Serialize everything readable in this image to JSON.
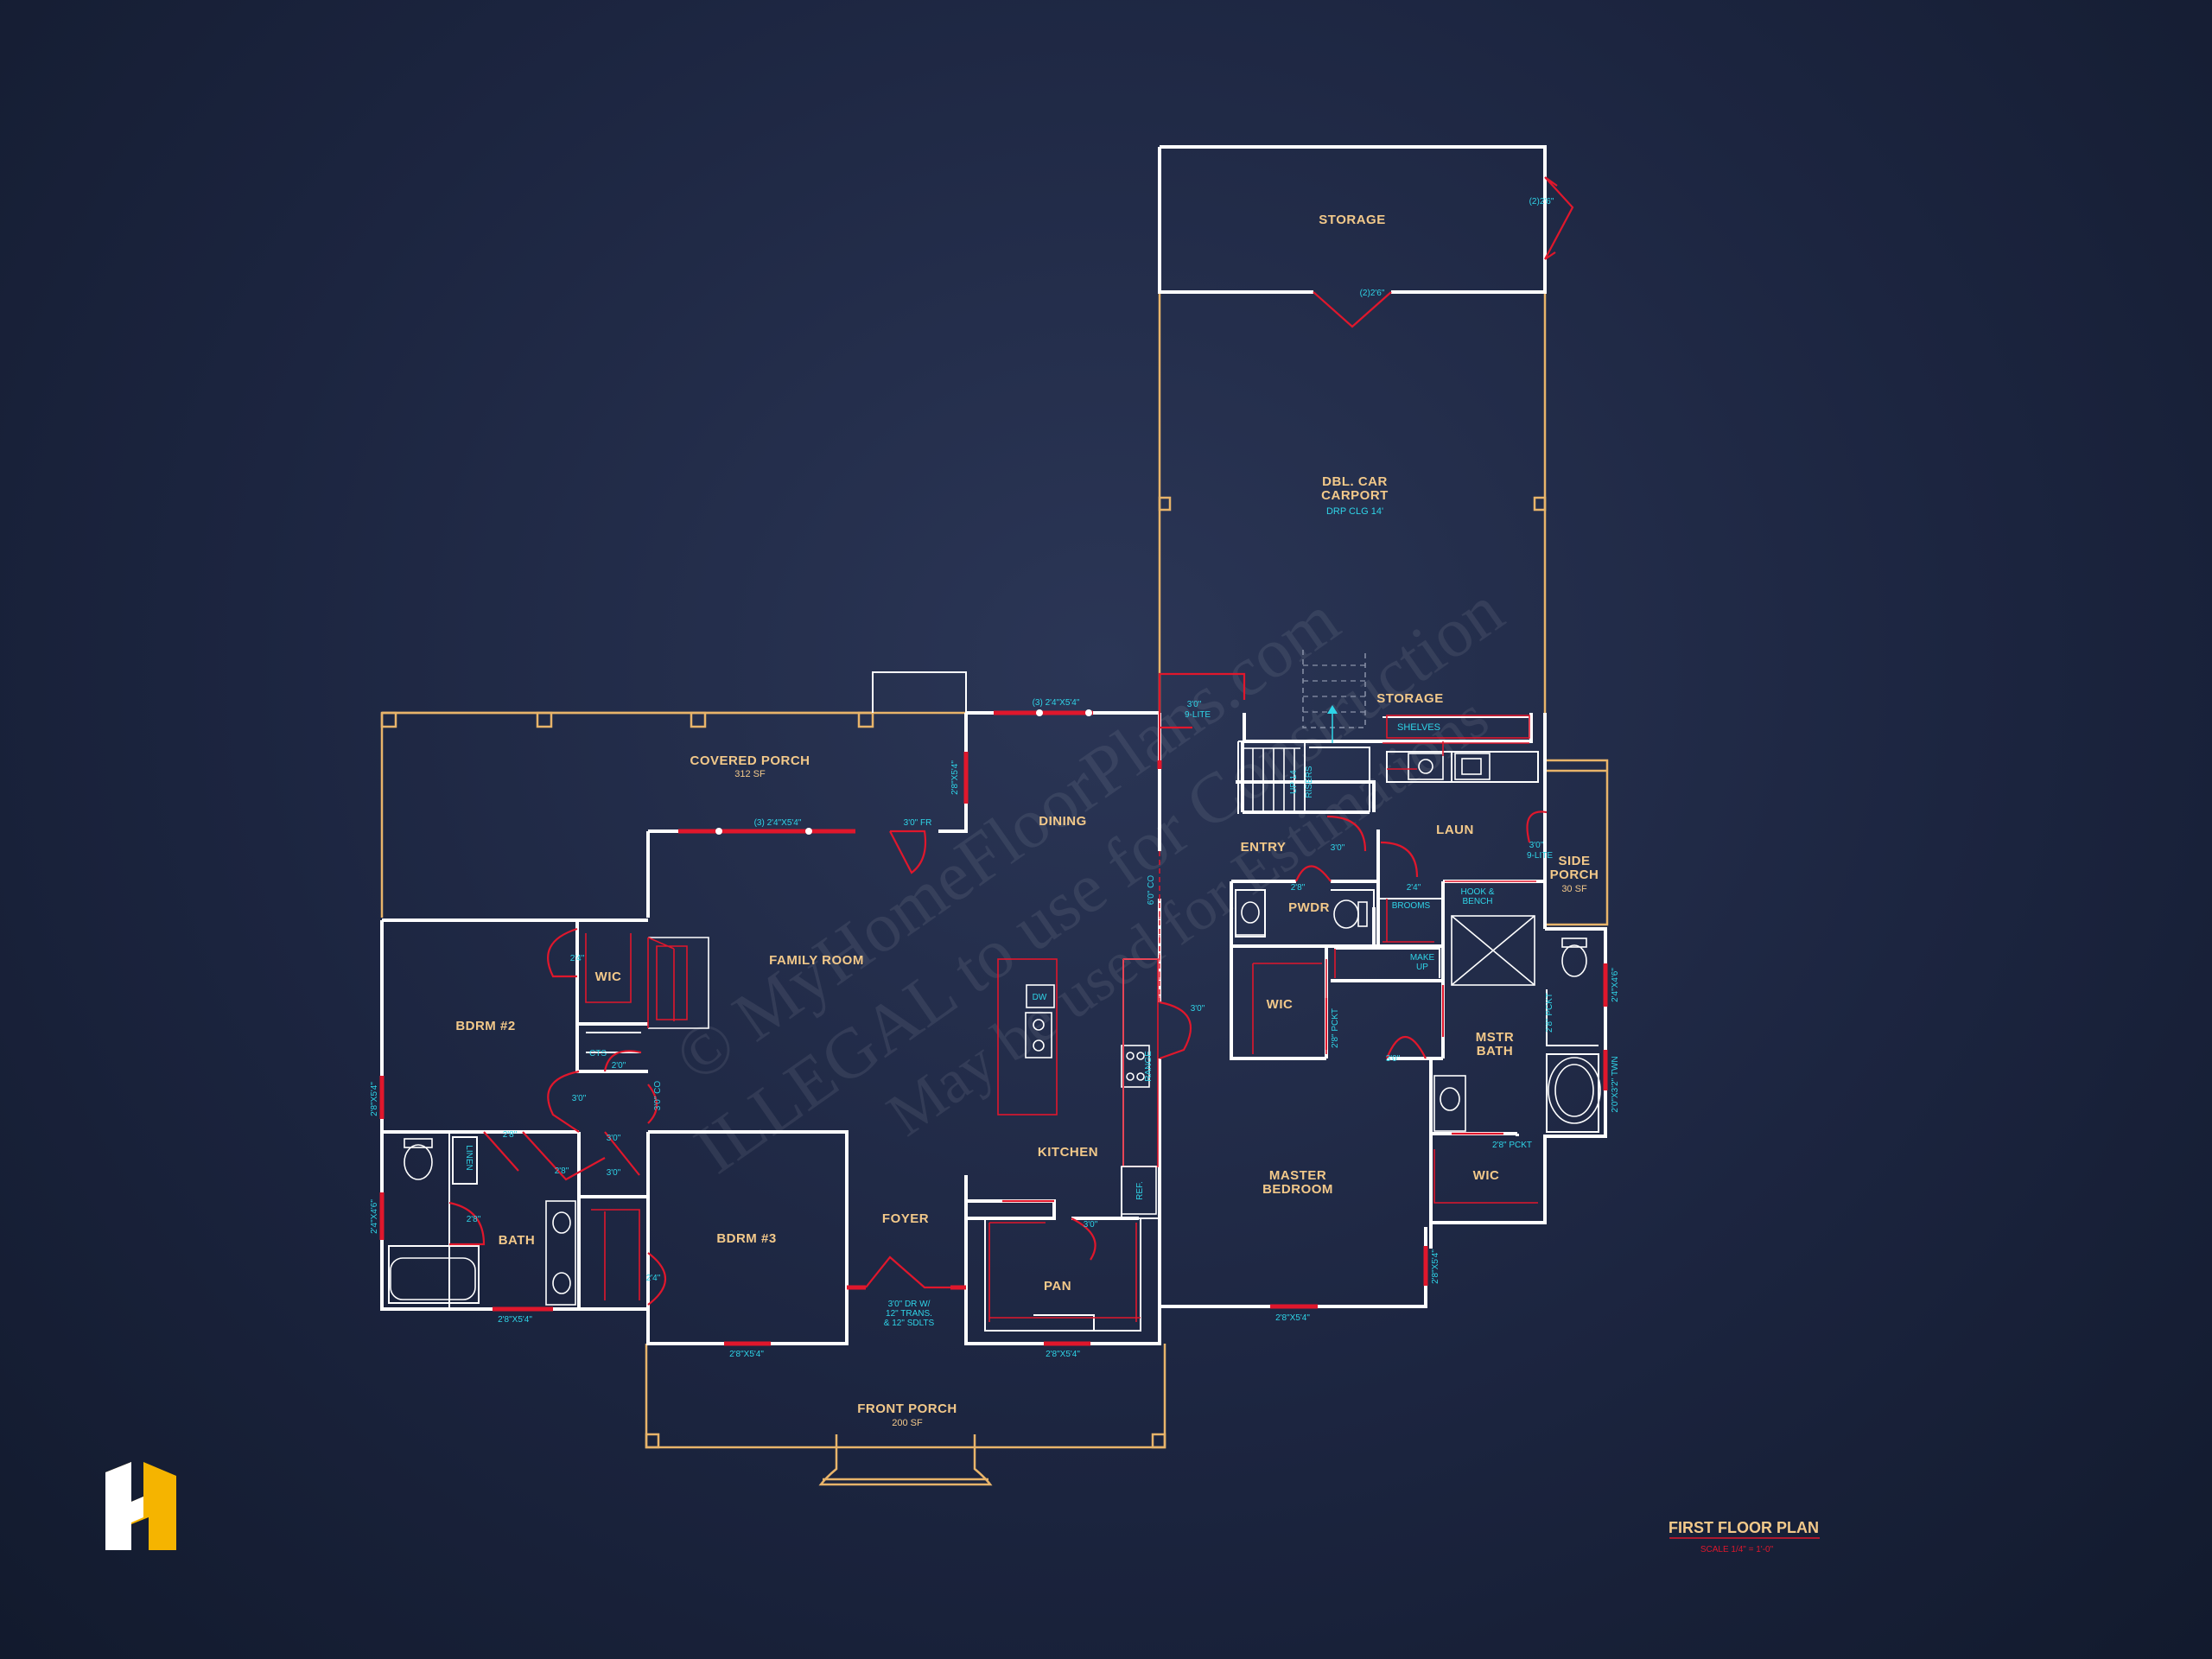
{
  "watermark": {
    "line1": "© MyHomeFloorPlans.com",
    "line2": "ILLEGAL to use for Construction",
    "line3": "May be used for Estimations"
  },
  "title": "FIRST FLOOR PLAN",
  "scale": "SCALE 1/4\" = 1'-0\"",
  "rooms": {
    "storage_top": "STORAGE",
    "carport_l1": "DBL. CAR",
    "carport_l2": "CARPORT",
    "carport_note": "DRP CLG 14'",
    "storage_small": "STORAGE",
    "shelves": "SHELVES",
    "covered_porch": "COVERED PORCH",
    "covered_porch_sf": "312 SF",
    "dining": "DINING",
    "family_room": "FAMILY ROOM",
    "entry": "ENTRY",
    "laun": "LAUN",
    "side_porch_l1": "SIDE",
    "side_porch_l2": "PORCH",
    "side_porch_sf": "30 SF",
    "pwdr": "PWDR",
    "brooms": "BROOMS",
    "hook_bench_l1": "HOOK &",
    "hook_bench_l2": "BENCH",
    "make_up_l1": "MAKE",
    "make_up_l2": "UP",
    "bdrm2": "BDRM #2",
    "wic_left": "WIC",
    "cts": "CTS",
    "linen": "LINEN",
    "bath": "BATH",
    "bdrm3": "BDRM #3",
    "foyer": "FOYER",
    "kitchen": "KITCHEN",
    "dw": "DW",
    "range": "RANGE",
    "ref": "REF.",
    "pan": "PAN",
    "wic_master": "WIC",
    "mstr_bath_l1": "MSTR",
    "mstr_bath_l2": "BATH",
    "master_l1": "MASTER",
    "master_l2": "BEDROOM",
    "wic_bath": "WIC",
    "front_porch": "FRONT PORCH",
    "front_porch_sf": "200 SF",
    "up_risers_l1": "UP 14",
    "up_risers_l2": "RISERS"
  },
  "callouts": {
    "storage_door_right": "(2)2'6\"",
    "storage_door_bottom": "(2)2'6\"",
    "dining_windows": "(3) 2'4\"X5'4\"",
    "entry_door": "3'0\"",
    "entry_lite": "9-LITE",
    "dining_left_win": "2'8\"X5'4\"",
    "family_windows": "(3) 2'4\"X5'4\"",
    "family_fr": "3'0\" FR",
    "cased_opening": "6'0\" CO",
    "entry_inner": "3'0\"",
    "laun_door": "3'0\"",
    "laun_lite": "9-LITE",
    "pwdr_door": "2'8\"",
    "brooms_door": "2'4\"",
    "kitchen_door": "3'0\"",
    "wic_pckt": "2'8\" PCKT",
    "mstr_door": "3'0\"",
    "mb_pckt": "2'8\" PCKT",
    "mb_win": "2'4\"X4'6\"",
    "tub_win": "2'0\"X3'2\" TWN",
    "mb_pckt2": "2'8\" PCKT",
    "wic_left_door": "2'4\"",
    "cts_door": "2'0\"",
    "bdrm2_door": "3'0\"",
    "co_small": "3'0\" CO",
    "bdrm2_win": "2'8\"X5'4\"",
    "hall_door1": "2'8\"",
    "hall_door2": "3'0\"",
    "hall_door3": "3'0\"",
    "linen_door": "2'8\"",
    "bath_door": "2'8\"",
    "bath_win": "2'4\"X4'6\"",
    "bath_win_bottom": "2'8\"X5'4\"",
    "bdrm3_door": "2'4\"",
    "bdrm3_win": "2'8\"X5'4\"",
    "front_door_l1": "3'0\" DR W/",
    "front_door_l2": "12\" TRANS.",
    "front_door_l3": "& 12\" SDLTS",
    "pan_door": "3'0\"",
    "pan_win": "2'8\"X5'4\"",
    "master_win": "2'8\"X5'4\"",
    "master_right_win": "2'8\"X5'4\""
  },
  "colors": {
    "background": "#1c2540",
    "walls": "#ffffff",
    "porch": "#e8b46a",
    "doors_windows": "#e0172c",
    "dimensions": "#2fd5e8",
    "labels": "#f3c98a",
    "logo": "#f5b400"
  },
  "icons": {
    "logo": "house-logo-icon"
  }
}
